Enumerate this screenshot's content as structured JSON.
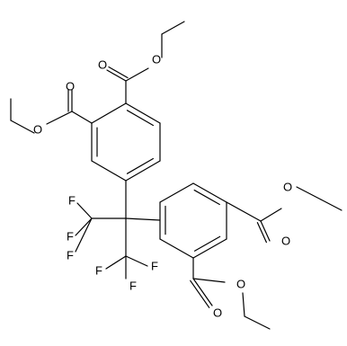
{
  "structure": {
    "atoms": {
      "o_top_carbonyl": "O",
      "o_top_ester": "O",
      "o_left_carbonyl": "O",
      "o_left_ester": "O",
      "o_right_ester": "O",
      "o_right_carbonyl": "O",
      "o_bottom_ester": "O",
      "o_bottom_carbonyl": "O",
      "f_1": "F",
      "f_2": "F",
      "f_3": "F",
      "f_4": "F",
      "f_5": "F",
      "f_6": "F"
    }
  }
}
